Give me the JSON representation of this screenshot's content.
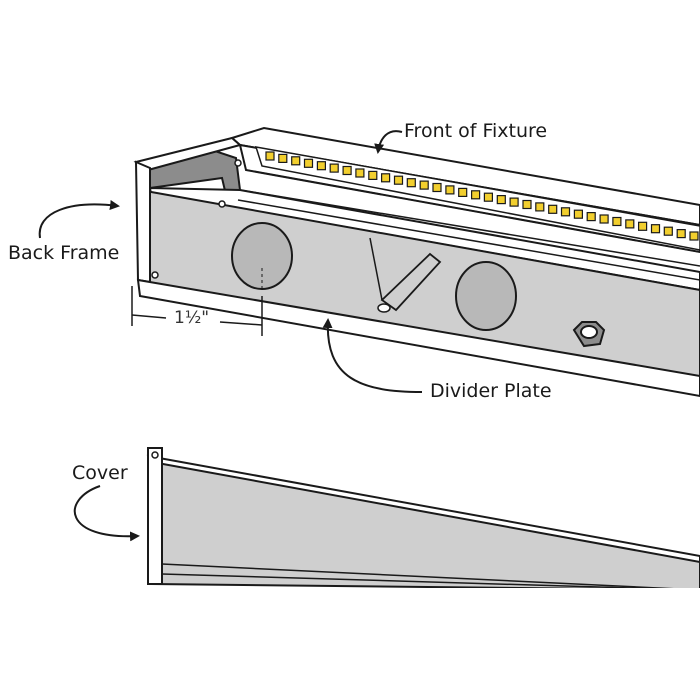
{
  "labels": {
    "front_of_fixture": "Front of Fixture",
    "back_frame": "Back Frame",
    "dimension": "1½\"",
    "divider_plate": "Divider Plate",
    "cover": "Cover"
  },
  "colors": {
    "outline": "#1a1a1a",
    "panel_gray": "#cfcfcf",
    "dark_gray": "#8c8c8c",
    "hole_gray": "#b8b8b8",
    "led_fill": "#f2cf2e",
    "frame_white": "#ffffff"
  }
}
